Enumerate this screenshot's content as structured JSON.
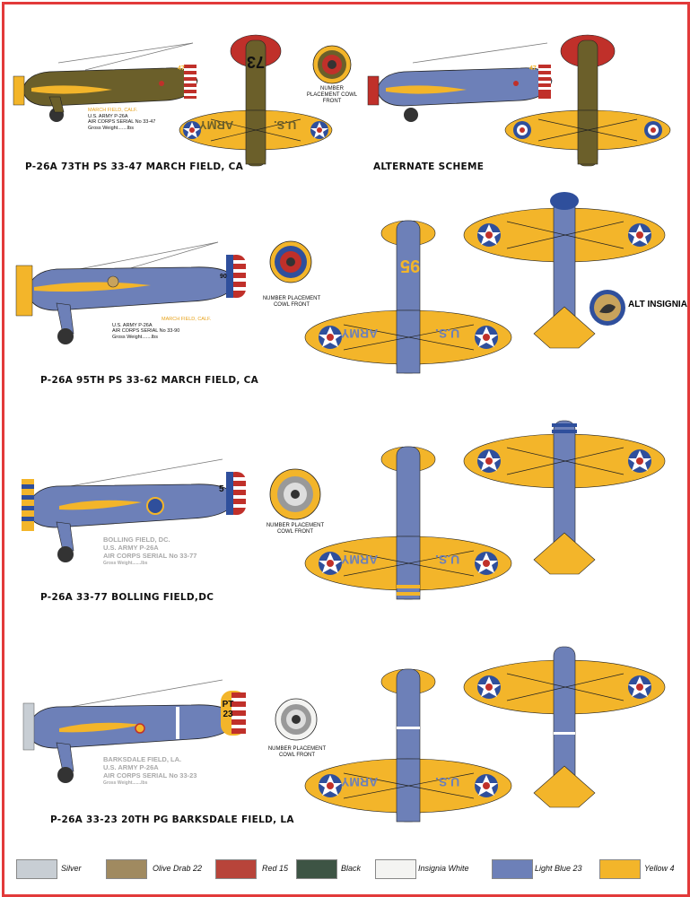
{
  "rows": [
    {
      "caption": "P-26A 73TH PS 33-47 MARCH FIELD, CA",
      "side_text": [
        "MARCH FIELD, CALF.",
        "U.S. ARMY P-26A",
        "AIR CORPS SERIAL No 33-47",
        "Gross Weight.......lbs"
      ],
      "fuselage_number": "47",
      "wing_left_text": "ARMY",
      "wing_right_text": "U.S.",
      "tail_number": "73",
      "cowl_label": "NUMBER PLACEMENT COWL FRONT",
      "alternate_caption": "ALTERNATE SCHEME",
      "alternate_number": "47"
    },
    {
      "caption": "P-26A 95TH PS 33-62 MARCH FIELD, CA",
      "side_text": [
        "MARCH FIELD, CALF.",
        "U.S. ARMY P-26A",
        "AIR CORPS SERIAL No 33-90",
        "Gross Weight.......lbs"
      ],
      "fuselage_number": "90",
      "wing_left_text": "ARMY",
      "wing_right_text": "U.S.",
      "tail_number": "95",
      "cowl_label": "NUMBER PLACEMENT COWL FRONT",
      "alt_insignia": "ALT INSIGNIA"
    },
    {
      "caption": "P-26A 33-77 BOLLING FIELD,DC",
      "side_text": [
        "BOLLING FIELD, DC.",
        "U.S. ARMY P-26A",
        "AIR CORPS SERIAL No 33-77",
        "Gross Weight.......lbs"
      ],
      "fuselage_number": "5",
      "wing_left_text": "ARMY",
      "wing_right_text": "U.S.",
      "cowl_label": "NUMBER PLACEMENT COWL FRONT"
    },
    {
      "caption": "P-26A 33-23 20TH PG BARKSDALE FIELD, LA",
      "side_text": [
        "BARKSDALE FIELD, LA.",
        "U.S. ARMY P-26A",
        "AIR CORPS SERIAL No 33-23",
        "Gross Weight.......lbs"
      ],
      "fuselage_number": "PT 23",
      "wing_left_text": "ARMY",
      "wing_right_text": "U.S.",
      "cowl_label": "NUMBER PLACEMENT COWL FRONT"
    }
  ],
  "legend": [
    {
      "name": "Silver",
      "color": "#c8ced4"
    },
    {
      "name": "Olive Drab 22",
      "color": "#a08a60"
    },
    {
      "name": "Red 15",
      "color": "#b8443a"
    },
    {
      "name": "Black",
      "color": "#3d5444"
    },
    {
      "name": "Insignia White",
      "color": "#f4f4f2"
    },
    {
      "name": "Light Blue 23",
      "color": "#6d80b8"
    },
    {
      "name": "Yellow 4",
      "color": "#f3b52a"
    }
  ],
  "colors": {
    "border": "#e23a3a",
    "yellow": "#f3b52a",
    "blue": "#6d80b8",
    "olive": "#6b5f2a"
  }
}
